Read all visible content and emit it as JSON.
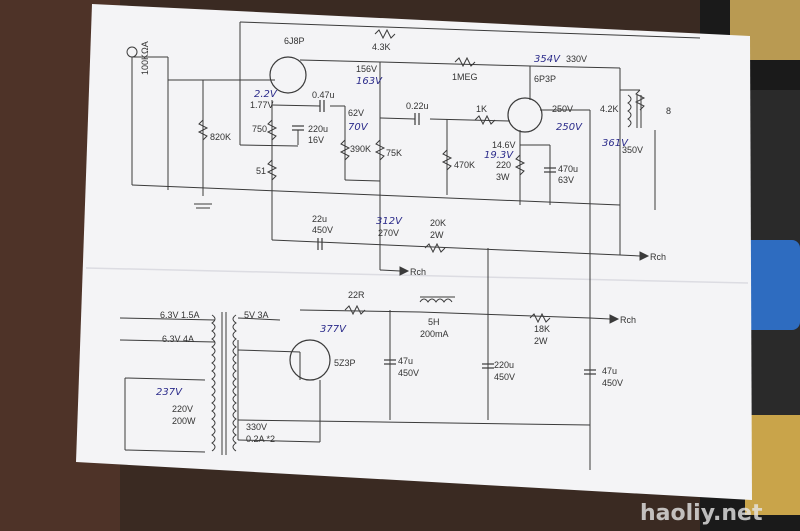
{
  "colors": {
    "paper": "#f4f4f6",
    "ink": "#3b3b3b",
    "handwriting": "#2b2b8a",
    "table": "#4a3025"
  },
  "labels": {
    "pot": "100KΩA",
    "tube1": "6J8P",
    "v_tube1_grid": "2.2V",
    "v_tube1_cathode": "1.77V",
    "r_750": "750",
    "r_820k": "820K",
    "c_047u": "0.47u",
    "c_220u_16v": "220u",
    "c_16v": "16V",
    "r_51": "51",
    "r_43k": "4.3K",
    "v_156": "156V",
    "v_163": "163V",
    "r_1meg": "1MEG",
    "v_62": "62V",
    "v_70": "70V",
    "r_390k": "390K",
    "r_75k": "75K",
    "c_022u": "0.22u",
    "r_1k": "1K",
    "r_470k": "470K",
    "tube2": "6P3P",
    "v_354": "354V",
    "v_330": "330V",
    "v_250": "250V",
    "v_250_hw": "250V",
    "v_14_6": "14.6V",
    "v_19_3": "19.3V",
    "r_220": "220",
    "r_3w": "3W",
    "c_470u": "470u",
    "c_63v": "63V",
    "r_4_2k": "4.2K",
    "v_361": "361V",
    "v_350": "350V",
    "speaker": "8",
    "c_22u": "22u",
    "c_450v_a": "450V",
    "v_312": "312V",
    "v_270": "270V",
    "r_20k": "20K",
    "r_2w_a": "2W",
    "rch_1": "Rch",
    "rch_2": "Rch",
    "rch_3": "Rch",
    "tap_63_15a": "6.3V 1.5A",
    "tap_63_4a": "6.3V 4A",
    "tap_5v_3a": "5V 3A",
    "v_237": "237V",
    "mains_220": "220V",
    "mains_200w": "200W",
    "sec_330": "330V",
    "sec_02a": "0.2A *2",
    "rect_tube": "5Z3P",
    "v_377": "377V",
    "r_22r": "22R",
    "choke_5h": "5H",
    "choke_200ma": "200mA",
    "c_47u_a": "47u",
    "c_450v_b": "450V",
    "c_220u_b": "220u",
    "c_450v_c": "450V",
    "r_18k": "18K",
    "r_2w_b": "2W",
    "c_47u_b": "47u",
    "c_450v_d": "450V",
    "watermark": "haoliy.net"
  }
}
